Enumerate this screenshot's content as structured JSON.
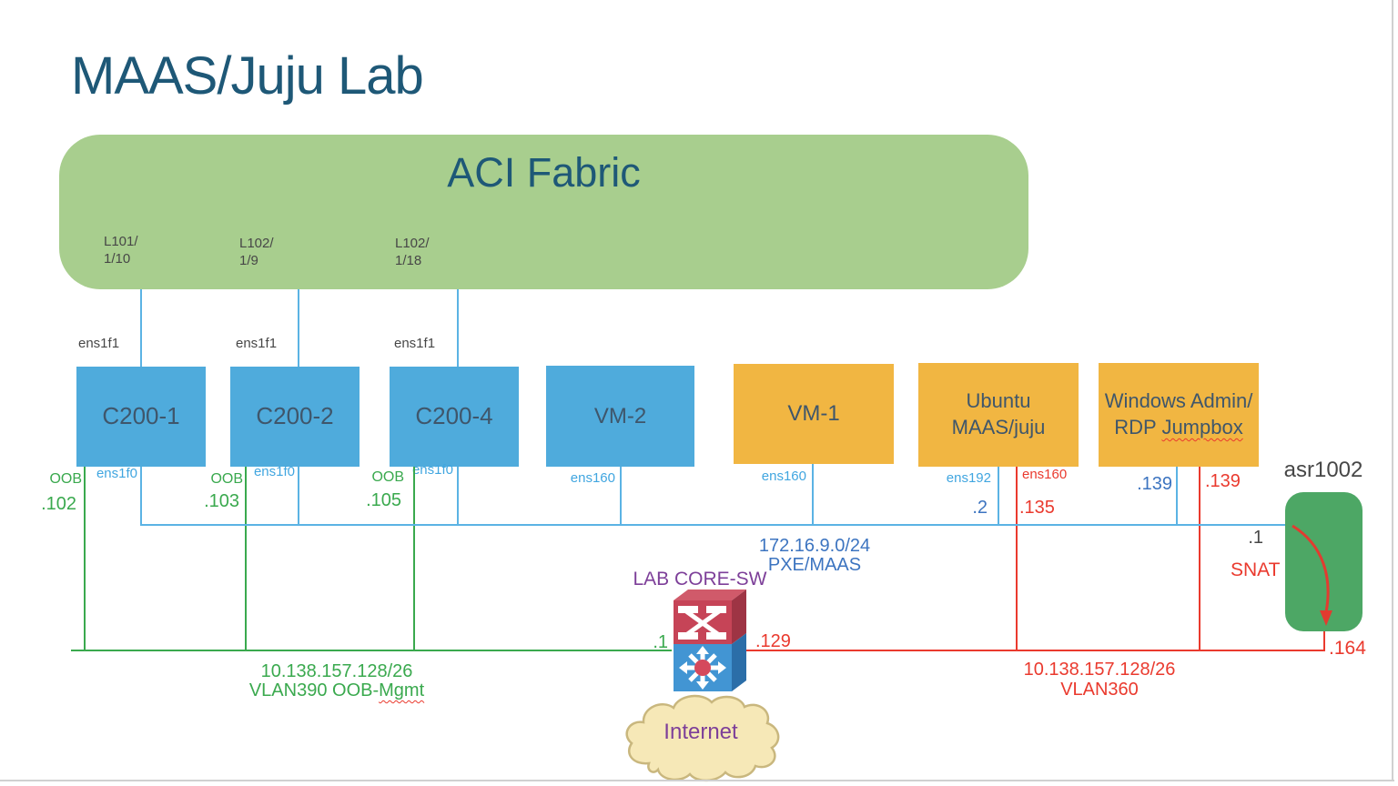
{
  "title": "MAAS/Juju Lab",
  "fabric": {
    "title": "ACI Fabric",
    "ports": {
      "p1": {
        "line1": "L101/",
        "line2": "1/10"
      },
      "p2": {
        "line1": "L102/",
        "line2": "1/9"
      },
      "p3": {
        "line1": "L102/",
        "line2": "1/18"
      }
    }
  },
  "nodes": {
    "c200_1": {
      "name": "C200-1",
      "uplink_if": "ens1f1",
      "oob_label": "OOB",
      "oob_ip": ".102",
      "lan_if": "ens1f0"
    },
    "c200_2": {
      "name": "C200-2",
      "uplink_if": "ens1f1",
      "oob_label": "OOB",
      "oob_ip": ".103",
      "lan_if": "ens1f0"
    },
    "c200_4": {
      "name": "C200-4",
      "uplink_if": "ens1f1",
      "oob_label": "OOB",
      "oob_ip": ".105",
      "lan_if": "ens1f0"
    },
    "vm_2": {
      "name": "VM-2",
      "lan_if": "ens160"
    },
    "vm_1": {
      "name": "VM-1",
      "lan_if": "ens160"
    },
    "maas": {
      "name_line1": "Ubuntu",
      "name_line2": "MAAS/juju",
      "lan_if": "ens192",
      "lan_ip": ".2",
      "wan_if": "ens160",
      "wan_ip": ".135"
    },
    "jumpbox": {
      "name_line1": "Windows Admin/",
      "name_line2_prefix": "RDP ",
      "name_line2_word": "Jumpbox",
      "lan_ip": ".139",
      "wan_ip": ".139"
    },
    "asr1002": {
      "name": "asr1002",
      "pxe_ip": ".1",
      "snat_label": "SNAT",
      "wan_ip": ".164"
    }
  },
  "core_switch": {
    "name": "LAB CORE-SW",
    "oob_ip": ".1",
    "wan_ip": ".129"
  },
  "networks": {
    "pxe": {
      "cidr": "172.16.9.0/24",
      "name": "PXE/MAAS"
    },
    "oob": {
      "cidr": "10.138.157.128/26",
      "name_prefix": "VLAN390 OOB-",
      "name_word": "Mgmt"
    },
    "wan": {
      "cidr": "10.138.157.128/26",
      "name": "VLAN360"
    }
  },
  "internet": {
    "label": "Internet"
  },
  "colors": {
    "title_text": "#1e5877",
    "fabric_fill": "#a8ce8e",
    "node_blue": "#4fabdc",
    "node_orange": "#f1b642",
    "asr_green": "#4da765",
    "line_green": "#3aa94e",
    "line_blue": "#5bb3e4",
    "ip_blue": "#3c74c0",
    "line_red": "#ea3a2e",
    "purple": "#7d3f99",
    "cloud_fill": "#f6e8b7",
    "label_gray": "#474747"
  }
}
